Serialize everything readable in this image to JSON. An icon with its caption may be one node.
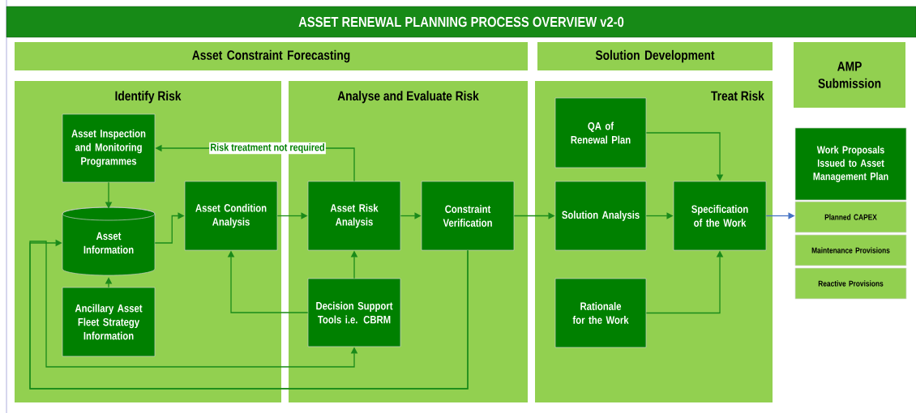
{
  "diagram": {
    "title": "ASSET RENEWAL PLANNING PROCESS OVERVIEW v2-0",
    "nodes": [
      {
        "text": [
          "Asset Constraint Forecasting"
        ]
      },
      {
        "text": [
          "Solution Development"
        ]
      },
      {
        "text": [
          "AMP Submission"
        ]
      },
      {
        "text": [
          "Identify Risk"
        ]
      },
      {
        "text": [
          "Analyse and Evaluate Risk"
        ]
      },
      {
        "text": [
          "Treat Risk"
        ]
      },
      {
        "text": [
          "Asset Inspection and Monitoring Programmes"
        ],
        "in": 3
      },
      {
        "text": [
          "Asset Information"
        ],
        "in": 3
      },
      {
        "text": [
          "Ancillary Asset Fleet Strategy Information"
        ],
        "in": 3
      },
      {
        "text": [
          "Asset Condition Analysis"
        ],
        "in": 3
      },
      {
        "text": [
          "Asset Risk Analysis"
        ],
        "in": 4
      },
      {
        "text": [
          "Constraint Verification"
        ],
        "in": 4
      },
      {
        "text": [
          "Decision Support Tools i.e. CBRM"
        ],
        "in": 4
      },
      {
        "text": [
          "QA of Renewal Plan"
        ],
        "in": 5
      },
      {
        "text": [
          "Solution Analysis"
        ],
        "in": 5
      },
      {
        "text": [
          "Rationale for the Work"
        ],
        "in": 5
      },
      {
        "text": [
          "Specification of the Work"
        ],
        "in": 5
      },
      {
        "text": [
          "Work Proposals Issued to Asset Management Plan"
        ]
      },
      {
        "text": [
          "Planned CAPEX"
        ]
      },
      {
        "text": [
          "Maintenance Provisions"
        ]
      },
      {
        "text": [
          "Reactive Provisions"
        ]
      }
    ],
    "edges": [
      {
        "from": 6,
        "to": 7,
        "arrow": "to"
      },
      {
        "from": 8,
        "to": 7,
        "arrow": "to"
      },
      {
        "from": 7,
        "to": 9,
        "arrow": "to"
      },
      {
        "from": 9,
        "to": 10,
        "arrow": "to"
      },
      {
        "from": 10,
        "to": 6,
        "arrow": "to",
        "label": "Risk treatment not required"
      },
      {
        "from": 12,
        "to": 9,
        "arrow": "to"
      },
      {
        "from": 12,
        "to": 10,
        "arrow": "to"
      },
      {
        "from": 10,
        "to": 11,
        "arrow": "to"
      },
      {
        "from": 11,
        "to": 7,
        "arrow": "to"
      },
      {
        "from": 11,
        "to": 12,
        "arrow": "to"
      },
      {
        "from": 11,
        "to": 14,
        "arrow": "to"
      },
      {
        "from": 13,
        "to": 16,
        "arrow": "to"
      },
      {
        "from": 14,
        "to": 16,
        "arrow": "to"
      },
      {
        "from": 15,
        "to": 16,
        "arrow": "to"
      },
      {
        "from": 16,
        "to": 18,
        "arrow": "to",
        "color": "#4472c4"
      }
    ]
  }
}
